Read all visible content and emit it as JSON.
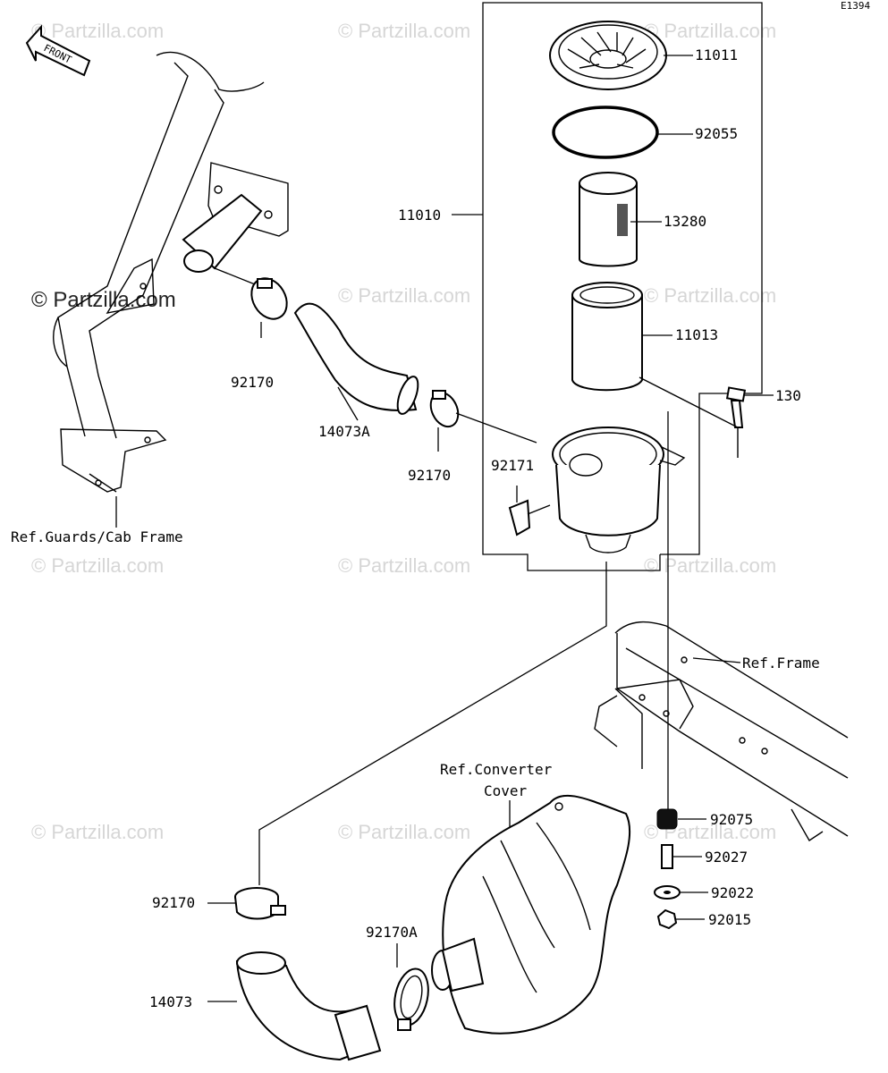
{
  "diagram_id": "E1394",
  "front_label": "FRONT",
  "watermark": "© Partzilla.com",
  "watermark_dark": "© Partzilla.com",
  "part_labels": {
    "p11011": "11011",
    "p92055": "92055",
    "p11010": "11010",
    "p13280": "13280",
    "p11013": "11013",
    "p130": "130",
    "p92170_a": "92170",
    "p14073A": "14073A",
    "p92170_b": "92170",
    "p92171": "92171",
    "ref_guards": "Ref.Guards/Cab Frame",
    "ref_frame": "Ref.Frame",
    "ref_converter_1": "Ref.Converter",
    "ref_converter_2": "Cover",
    "p92075": "92075",
    "p92027": "92027",
    "p92022": "92022",
    "p92015": "92015",
    "p92170_c": "92170",
    "p92170A": "92170A",
    "p14073": "14073"
  }
}
